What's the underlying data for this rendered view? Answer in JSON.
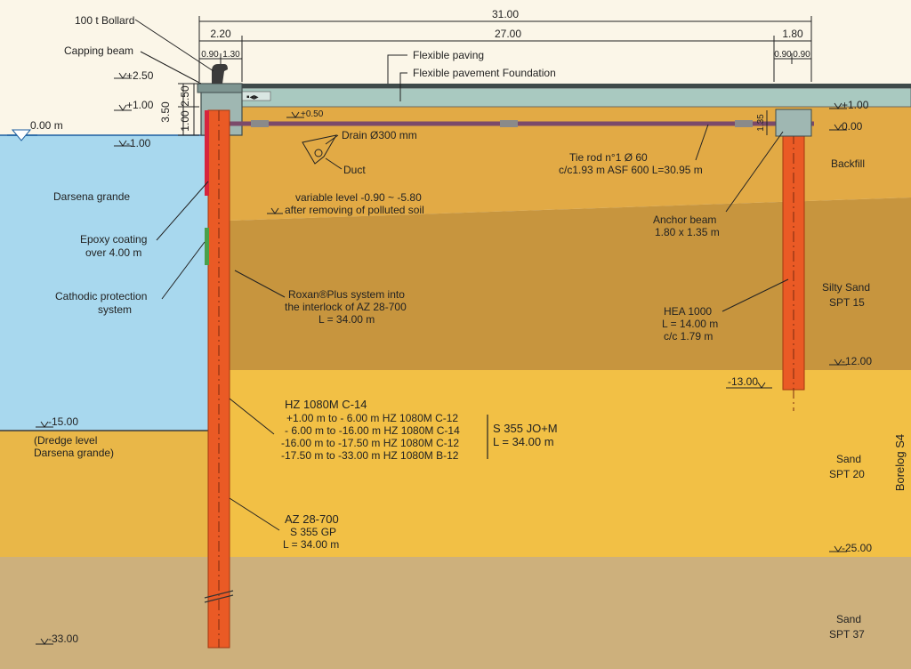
{
  "dimensions": {
    "total": "31.00",
    "left": "2.20",
    "middle": "27.00",
    "right": "1.80",
    "cap_a": "0.90",
    "cap_b": "1.30",
    "anchor_a": "0.90",
    "anchor_b": "0.90",
    "h_total": "3.50",
    "h_upper": "2.50",
    "h_lower": "1.00",
    "anchor_h": "1.35"
  },
  "levels": {
    "plus_250": "+2.50",
    "plus_100_left": "+1.00",
    "zero_m": "0.00 m",
    "minus_100": "-1.00",
    "plus_050": "+0.50",
    "minus_1500": "-15.00",
    "minus_3300": "-33.00",
    "plus_100_right": "+1.00",
    "zero_right": "0.00",
    "minus_1200": "-12.00",
    "minus_1300": "-13.00",
    "minus_2500": "-25.00"
  },
  "labels": {
    "bollard": "100 t Bollard",
    "capping_beam": "Capping beam",
    "flexible_paving": "Flexible paving",
    "flexible_foundation": "Flexible pavement Foundation",
    "drain": "Drain Ø300 mm",
    "duct": "Duct",
    "tie_rod_1": "Tie rod n°1 Ø 60",
    "tie_rod_2": "c/c1.93 m ASF 600 L=30.95 m",
    "darsena": "Darsena grande",
    "variable_1": "variable level -0.90 ~ -5.80",
    "variable_2": "after removing of polluted soil",
    "anchor_beam_1": "Anchor beam",
    "anchor_beam_2": "1.80 x 1.35 m",
    "epoxy_1": "Epoxy coating",
    "epoxy_2": "over 4.00 m",
    "cathodic_1": "Cathodic protection",
    "cathodic_2": "system",
    "roxan_1": "Roxan®Plus system into",
    "roxan_2": "the interlock of AZ 28-700",
    "roxan_3": "L = 34.00 m",
    "hea_1": "HEA 1000",
    "hea_2": "L = 14.00 m",
    "hea_3": "c/c 1.79 m",
    "hz_title": "HZ 1080M C-14",
    "hz_rows": [
      "+1.00 m to -  6.00 m HZ 1080M C-12",
      "- 6.00 m to -16.00 m HZ 1080M C-14",
      "-16.00 m to -17.50 m HZ 1080M C-12",
      "-17.50 m to -33.00 m HZ 1080M B-12"
    ],
    "steel_1": "S 355 JO+M",
    "steel_2": "L = 34.00 m",
    "dredge_1": "(Dredge level",
    "dredge_2": "Darsena grande)",
    "az_1": "AZ 28-700",
    "az_2": "S 355 GP",
    "az_3": "L = 34.00 m",
    "backfill": "Backfill",
    "silty_sand_1": "Silty Sand",
    "silty_sand_2": "SPT 15",
    "sand_1": "Sand",
    "sand_2": "SPT 20",
    "sand_deep_1": "Sand",
    "sand_deep_2": "SPT 37",
    "borelog": "Borelog S4"
  },
  "colors": {
    "water": "#a8d8ee",
    "backfill": "#e2aa45",
    "silty_sand": "#c7953e",
    "sand": "#f2c045",
    "sand_dredge": "#e9b748",
    "deep_sand": "#cdb07c",
    "pile": "#ea5a25",
    "tie_rod": "#7b4a6a",
    "pavement": "#a9c9c0",
    "concrete": "#9fb7b2",
    "epoxy": "#d7253c",
    "cathodic": "#4aa04a"
  }
}
